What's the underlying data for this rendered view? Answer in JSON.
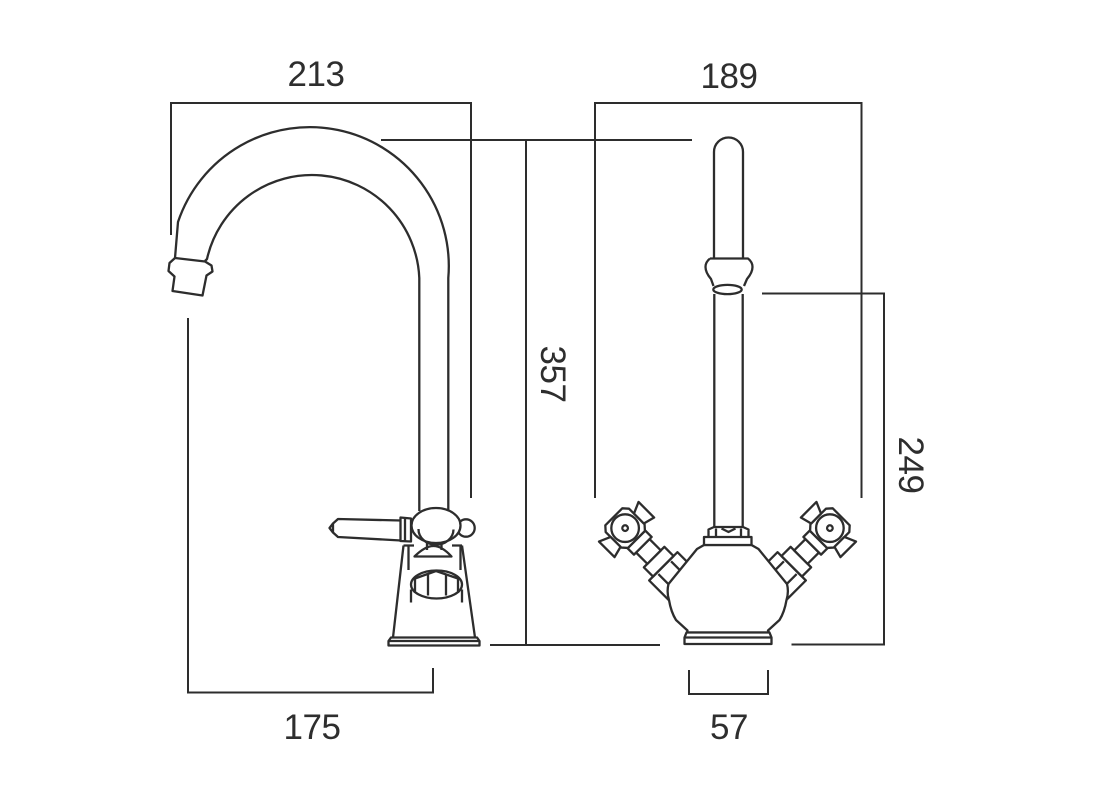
{
  "drawing": {
    "type": "faucet technical dimension drawing, two orthographic views",
    "colors": {
      "background": "#ffffff",
      "line": "#2d2d2d",
      "text": "#2e2e2e"
    },
    "views": {
      "side_view": "mono sink mixer with swan-neck spout and lever handle",
      "front_view": "mono sink mixer with twin cross-head valves"
    },
    "dimensions": {
      "overall_depth": "213",
      "front_overall_width": "189",
      "overall_height": "357",
      "outlet_height": "249",
      "spout_reach": "175",
      "base_width": "57"
    }
  }
}
